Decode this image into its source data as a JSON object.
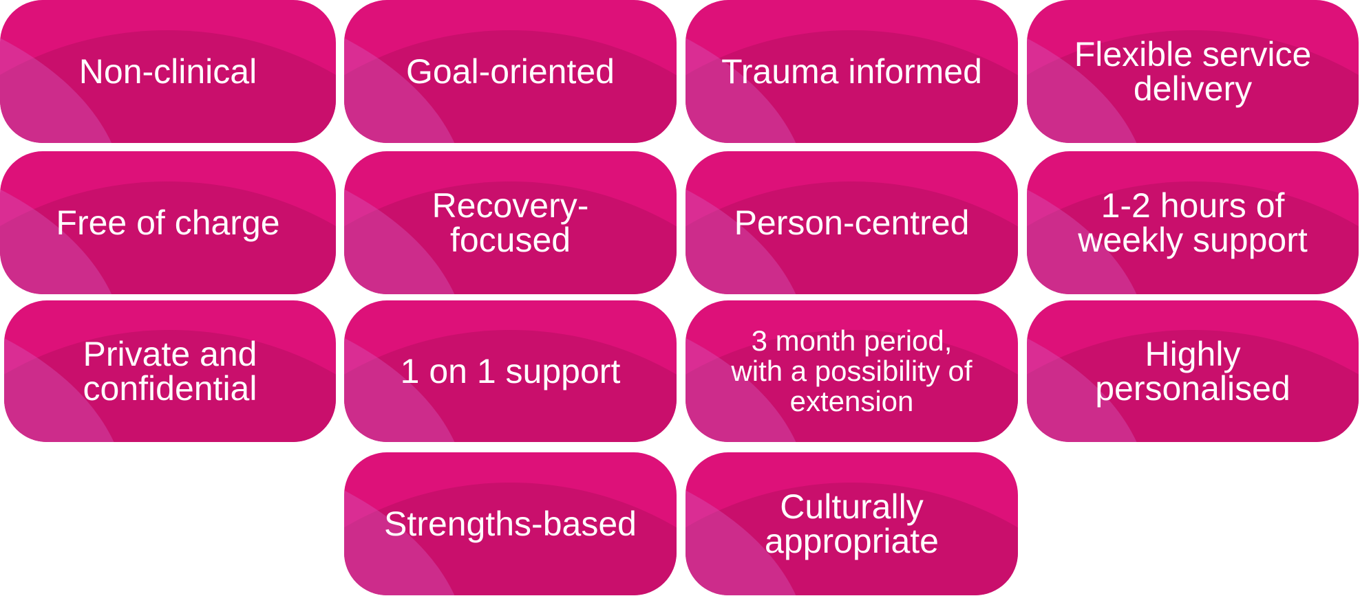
{
  "tiles": [
    {
      "lines": [
        "Non-clinical"
      ]
    },
    {
      "lines": [
        "Goal-oriented"
      ]
    },
    {
      "lines": [
        "Trauma informed"
      ]
    },
    {
      "lines": [
        "Flexible service",
        "delivery"
      ]
    },
    {
      "lines": [
        "Free of charge"
      ]
    },
    {
      "lines": [
        "Recovery-",
        "focused"
      ]
    },
    {
      "lines": [
        "Person-centred"
      ]
    },
    {
      "lines": [
        "1-2 hours of",
        "weekly support"
      ]
    },
    {
      "lines": [
        "Private and",
        "confidential"
      ]
    },
    {
      "lines": [
        "1 on 1 support"
      ]
    },
    {
      "lines": [
        "3 month period,",
        "with a possibility of",
        "extension"
      ]
    },
    {
      "lines": [
        "Highly",
        "personalised"
      ]
    },
    {
      "lines": [
        "Strengths-based"
      ]
    },
    {
      "lines": [
        "Culturally",
        "appropriate"
      ]
    }
  ],
  "colors": {
    "top": "#dd1179",
    "main": "#c90f6c",
    "light": "#cc2e92",
    "text": "#ffffff"
  }
}
